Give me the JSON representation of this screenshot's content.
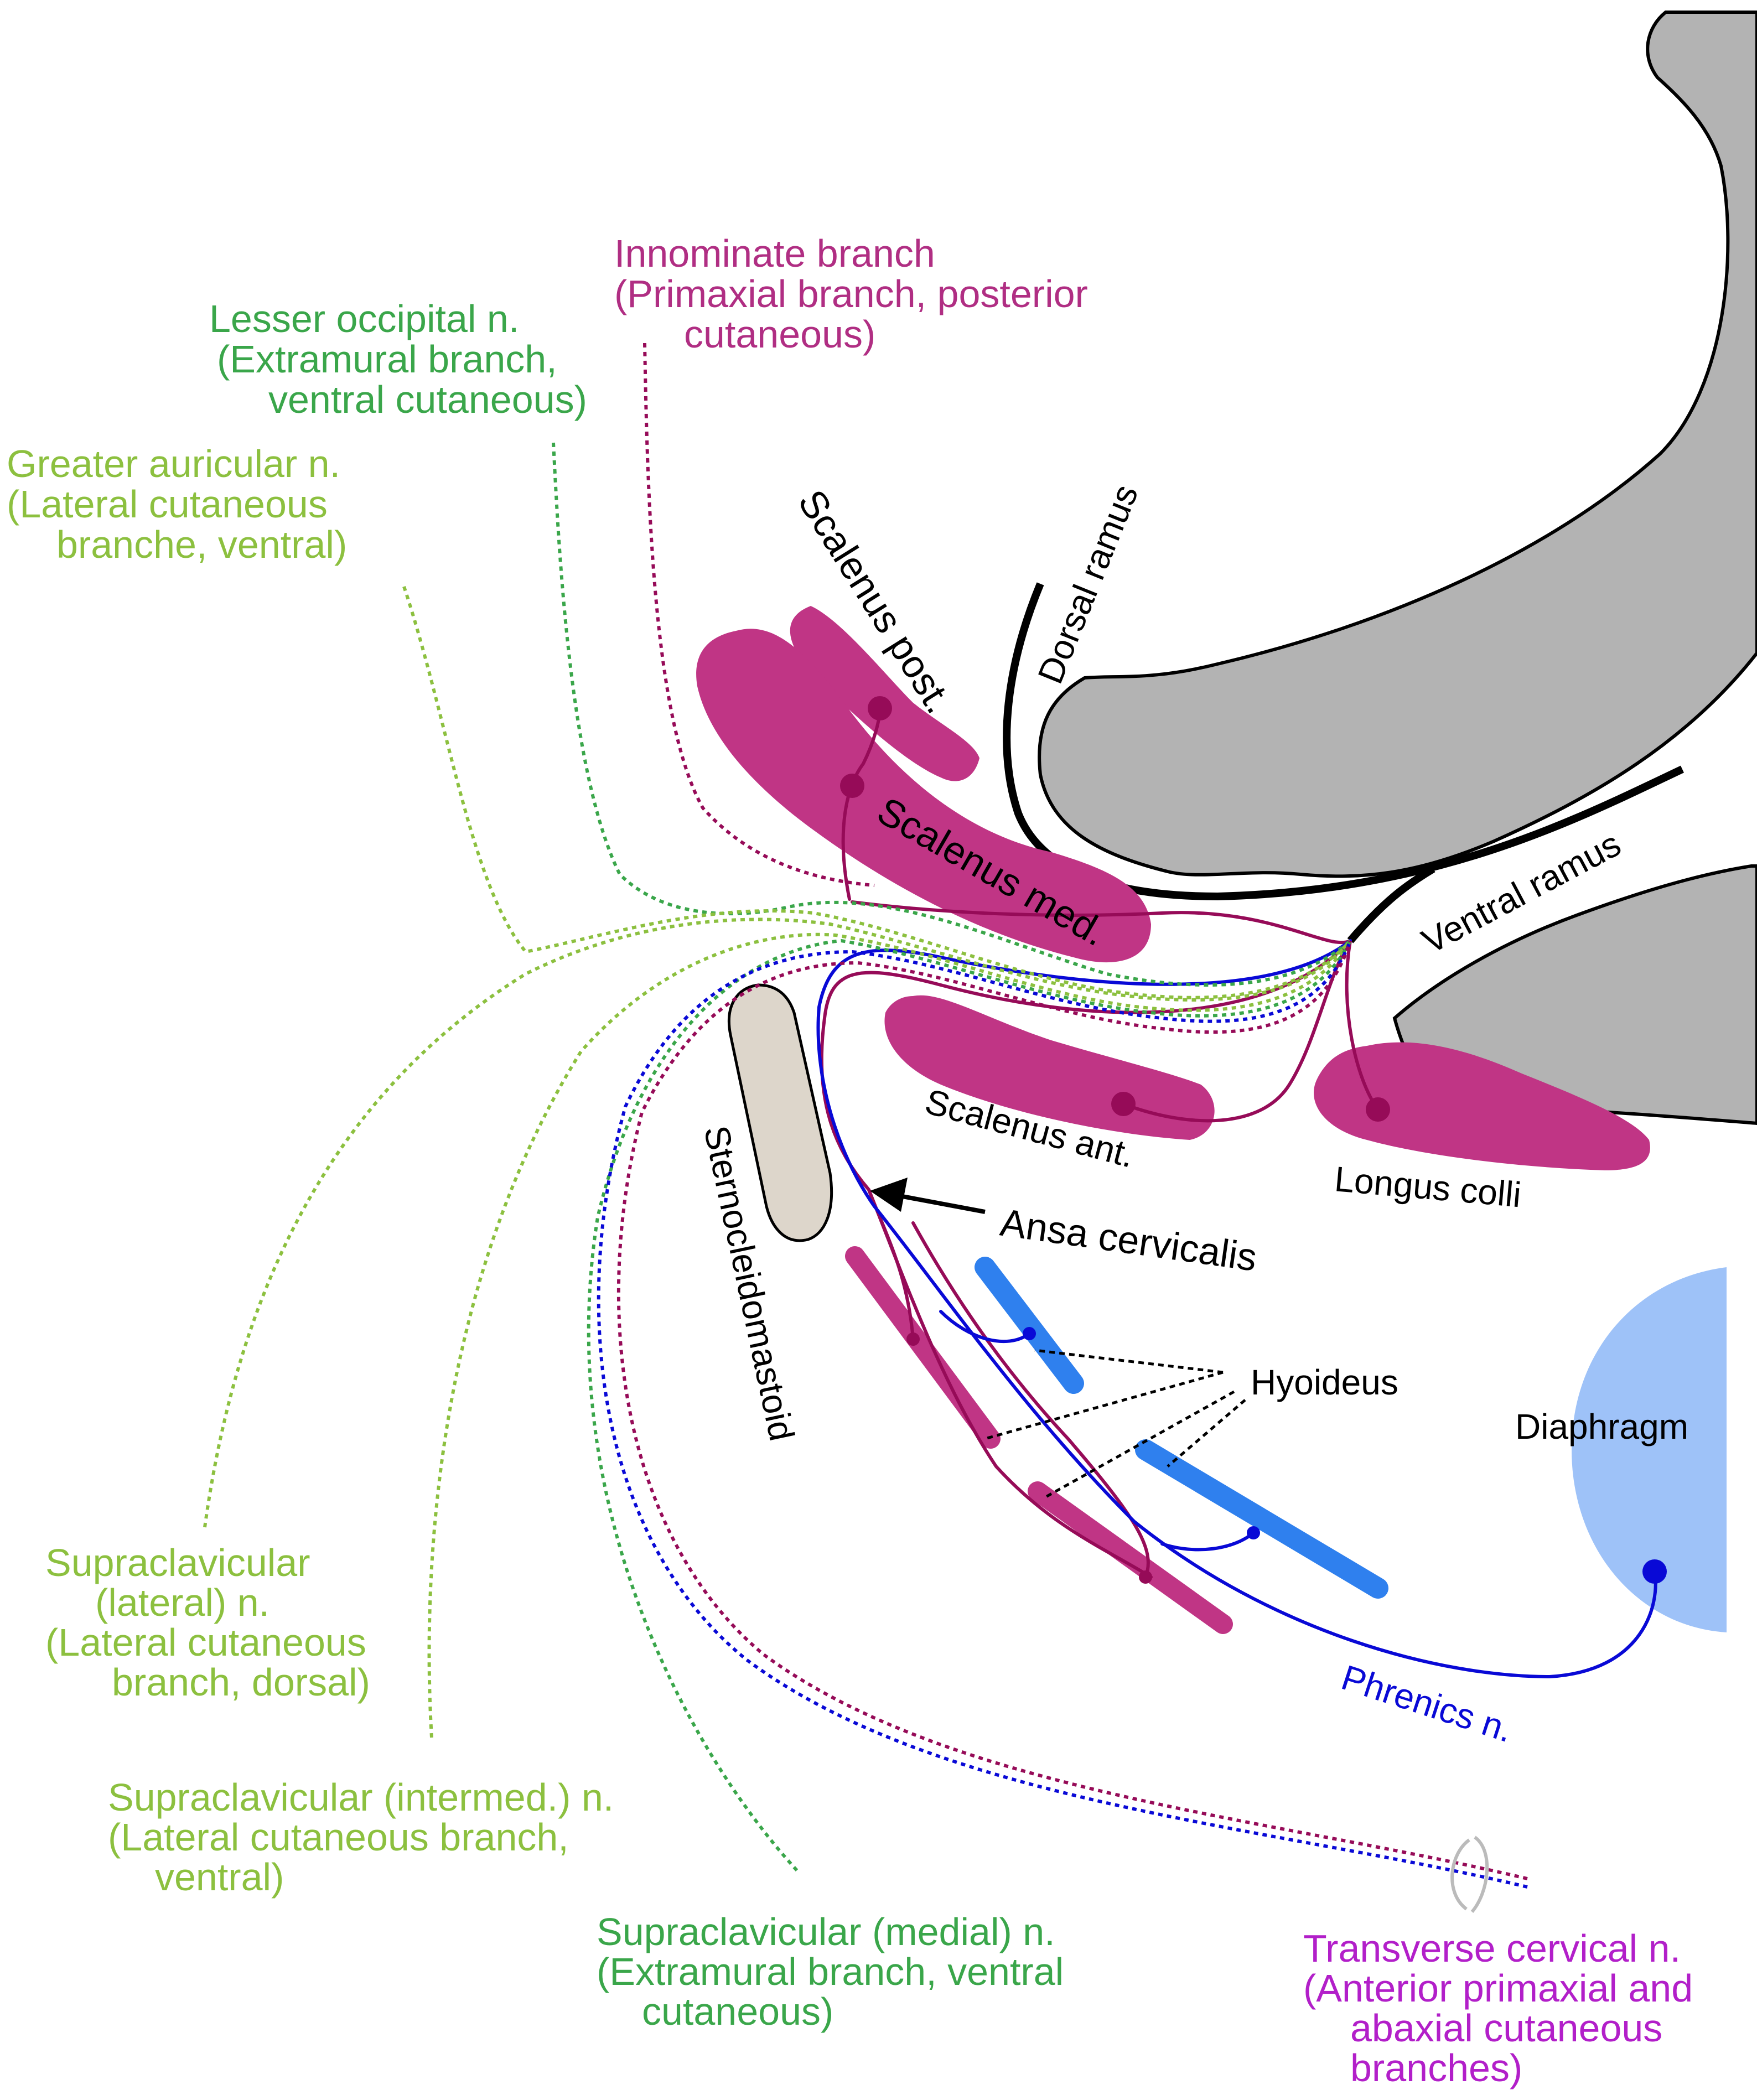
{
  "colors": {
    "magenta_muscle": "#c03585",
    "magenta_nerve": "#960b58",
    "blue_muscle": "#2f80ee",
    "blue_nerve": "#0909d6",
    "diaphragm": "#9ec2f8",
    "bone": "#b3b3b3",
    "scm": "#ddd6cb",
    "green_dark": "#3aa64a",
    "green_light": "#8cc03f",
    "transverse_label": "#b21fc9",
    "innominate_label": "#b02e83",
    "label_black": "#000000"
  },
  "labels": {
    "innominate": [
      "Innominate branch",
      "(Primaxial branch, posterior",
      "cutaneous)"
    ],
    "lesser_occipital": [
      "Lesser occipital n.",
      "(Extramural branch,",
      "ventral cutaneous)"
    ],
    "greater_auricular": [
      "Greater auricular n.",
      "(Lateral cutaneous",
      "branche, ventral)"
    ],
    "supraclavicular_lateral": [
      "Supraclavicular",
      "(lateral) n.",
      "(Lateral cutaneous",
      "branch, dorsal)"
    ],
    "supraclavicular_intermed": [
      "Supraclavicular (intermed.) n.",
      "(Lateral cutaneous branch,",
      "ventral)"
    ],
    "supraclavicular_medial": [
      "Supraclavicular (medial) n.",
      "(Extramural branch, ventral",
      "cutaneous)"
    ],
    "transverse_cervical": [
      "Transverse cervical n.",
      "(Anterior primaxial and",
      "abaxial cutaneous",
      "branches)"
    ],
    "scalenus_post": "Scalenus post.",
    "scalenus_med": "Scalenus med.",
    "scalenus_ant": "Scalenus ant.",
    "dorsal_ramus": "Dorsal ramus",
    "ventral_ramus": "Ventral ramus",
    "longus_colli": "Longus colli",
    "sternocleidomastoid": "Sternocleidomastoid",
    "ansa_cervicalis": "Ansa cervicalis",
    "hyoideus": "Hyoideus",
    "diaphragm": "Diaphragm",
    "phrenics": "Phrenics n."
  }
}
